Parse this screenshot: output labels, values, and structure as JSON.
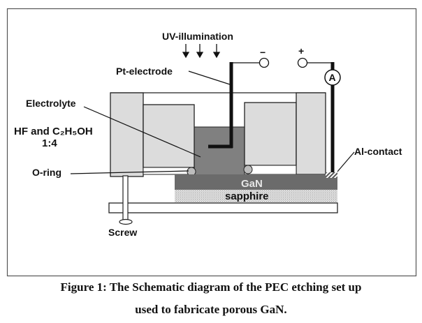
{
  "labels": {
    "uv": "UV-illumination",
    "pt_electrode": "Pt-electrode",
    "electrolyte": "Electrolyte",
    "hf_ethanol": "HF and C₂H₅OH",
    "ratio": "1:4",
    "o_ring": "O-ring",
    "screw": "Screw",
    "gan": "GaN",
    "sapphire": "sapphire",
    "al_contact": "Al-contact",
    "minus": "−",
    "plus": "+",
    "ammeter": "A"
  },
  "caption": {
    "line1": "Figure 1: The Schematic diagram of the PEC etching set up",
    "line2": "used to fabricate porous GaN."
  },
  "colors": {
    "block_fill": "#dcdcdc",
    "electrolyte_fill": "#808080",
    "gan_fill": "#6b6b6b",
    "sapphire_fill": "#d9d9d9",
    "stroke": "#1a1a1a"
  }
}
